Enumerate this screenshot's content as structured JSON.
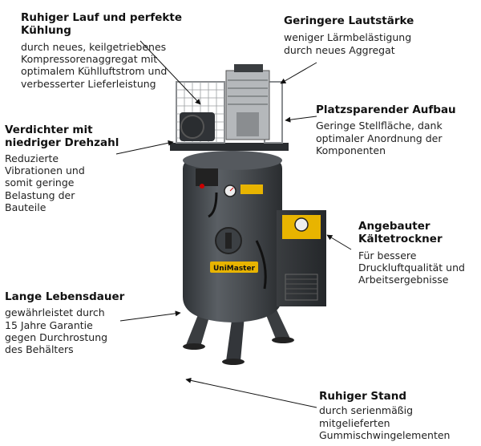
{
  "callouts": {
    "ruhiger_lauf": {
      "title_lines": [
        "Ruhiger Lauf und perfekte",
        "Kühlung"
      ],
      "text_lines": [
        "durch neues, keilgetriebenes",
        "Kompressorenaggregat mit",
        "optimalem Kühlluftstrom und",
        "verbesserter Lieferleistung"
      ]
    },
    "lautstaerke": {
      "title_lines": [
        "Geringere Lautstärke"
      ],
      "text_lines": [
        "weniger Lärmbelästigung",
        "durch neues Aggregat"
      ]
    },
    "platzsparend": {
      "title_lines": [
        "Platzsparender Aufbau"
      ],
      "text_lines": [
        "Geringe Stellfläche, dank",
        "optimaler Anordnung der",
        "Komponenten"
      ]
    },
    "verdichter": {
      "title_lines": [
        "Verdichter mit",
        "niedriger Drehzahl"
      ],
      "text_lines": [
        "Reduzierte",
        "Vibrationen und",
        "somit geringe",
        "Belastung der",
        "Bauteile"
      ]
    },
    "kaeltetrockner": {
      "title_lines": [
        "Angebauter",
        "Kältetrockner"
      ],
      "text_lines": [
        "Für bessere",
        "Druckluftqualität und",
        "Arbeitsergebnisse"
      ]
    },
    "lebensdauer": {
      "title_lines": [
        "Lange Lebensdauer"
      ],
      "text_lines": [
        "gewährleistet durch",
        "15 Jahre Garantie",
        "gegen Durchrostung",
        "des Behälters"
      ]
    },
    "stand": {
      "title_lines": [
        "Ruhiger Stand"
      ],
      "text_lines": [
        "durch serienmäßig",
        "mitgelieferten",
        "Gummischwingelementen"
      ]
    }
  },
  "product": {
    "brand_label": "UniMaster",
    "tank_color": "#4a4e52",
    "accent_color": "#e8b400"
  }
}
